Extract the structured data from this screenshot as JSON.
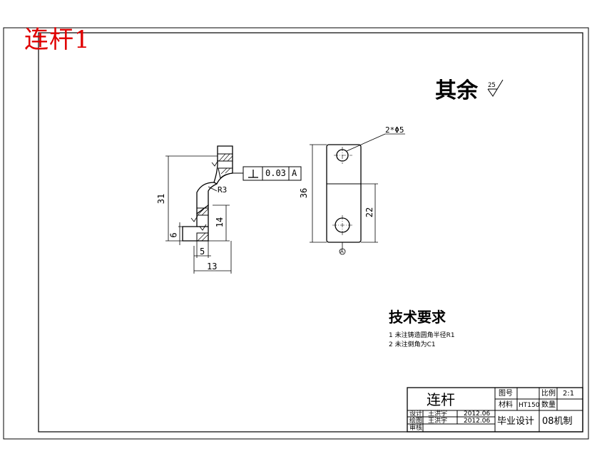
{
  "drawing": {
    "corner_title": "连杆1",
    "roughness_note": "其余",
    "roughness_value": "25"
  },
  "dimensions": {
    "overall_height": "31",
    "foot_offset": "6",
    "slot_height": "14",
    "foot_width": "5",
    "base_width": "13",
    "bend_radius": "R3",
    "tolerance_value": "0.03",
    "datum": "A",
    "hole_callout": "2*Φ5",
    "plate_length": "36",
    "hole_spacing": "22",
    "datum_marker": "A"
  },
  "technical_requirements": {
    "title": "技术要求",
    "items": [
      "1 未注铸造圆角半径R1",
      "2 未注倒角为C1"
    ]
  },
  "title_block": {
    "part_name": "连杆",
    "drawing_no_label": "图号",
    "scale_label": "比例",
    "scale_value": "2:1",
    "material_label": "材料",
    "material_value": "HT150",
    "quantity_label": "数量",
    "designed_label": "设计",
    "designer": "王洪宇",
    "designed_date": "2012.06",
    "drawn_label": "绘图",
    "drafter": "王洪宇",
    "drawn_date": "2012.06",
    "checked_label": "审核",
    "project": "毕业设计",
    "class": "08机制"
  }
}
